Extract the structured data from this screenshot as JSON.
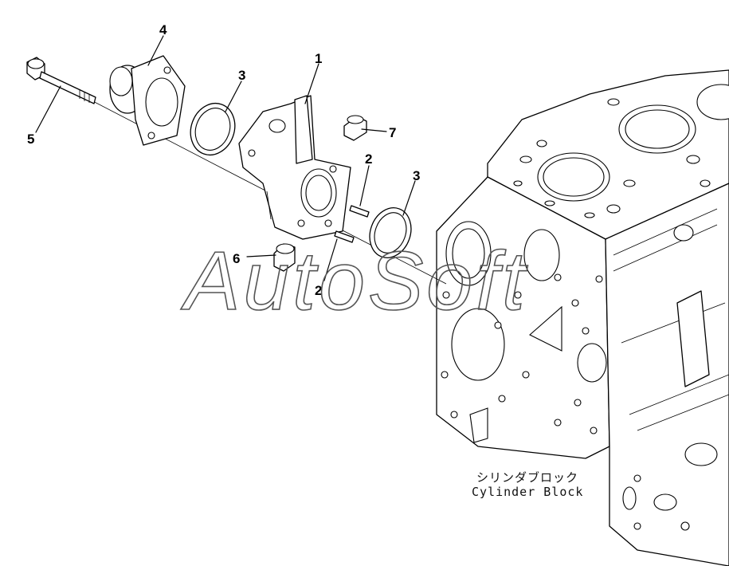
{
  "diagram": {
    "callouts": {
      "c1": "1",
      "c2a": "2",
      "c2b": "2",
      "c3a": "3",
      "c3b": "3",
      "c4": "4",
      "c5": "5",
      "c6": "6",
      "c7": "7"
    },
    "block_label_jp": "シリンダブロック",
    "block_label_en": "Cylinder Block",
    "watermark": "AutoSoft"
  }
}
